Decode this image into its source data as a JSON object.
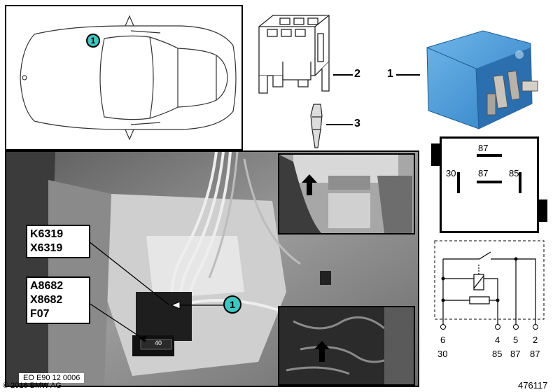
{
  "car_panel": {
    "callout": "1"
  },
  "parts": {
    "relay_label": "1",
    "socket_label": "2",
    "terminal_label": "3"
  },
  "relay_face": {
    "top": "87",
    "left": "30",
    "center": "87",
    "right": "85"
  },
  "photo": {
    "codes": [
      "K6319",
      "X6319",
      "A8682",
      "X8682",
      "F07"
    ],
    "callout": "1",
    "image_code": "EO E90 12 0006",
    "fuse_text": "40"
  },
  "schematic": {
    "pins": [
      {
        "num": "6",
        "term": "30"
      },
      {
        "num": "4",
        "term": "85"
      },
      {
        "num": "5",
        "term": "87"
      },
      {
        "num": "2",
        "term": "87"
      }
    ]
  },
  "footer": {
    "copyright": "© 2016 BMW AG",
    "diagram_id": "476117"
  }
}
